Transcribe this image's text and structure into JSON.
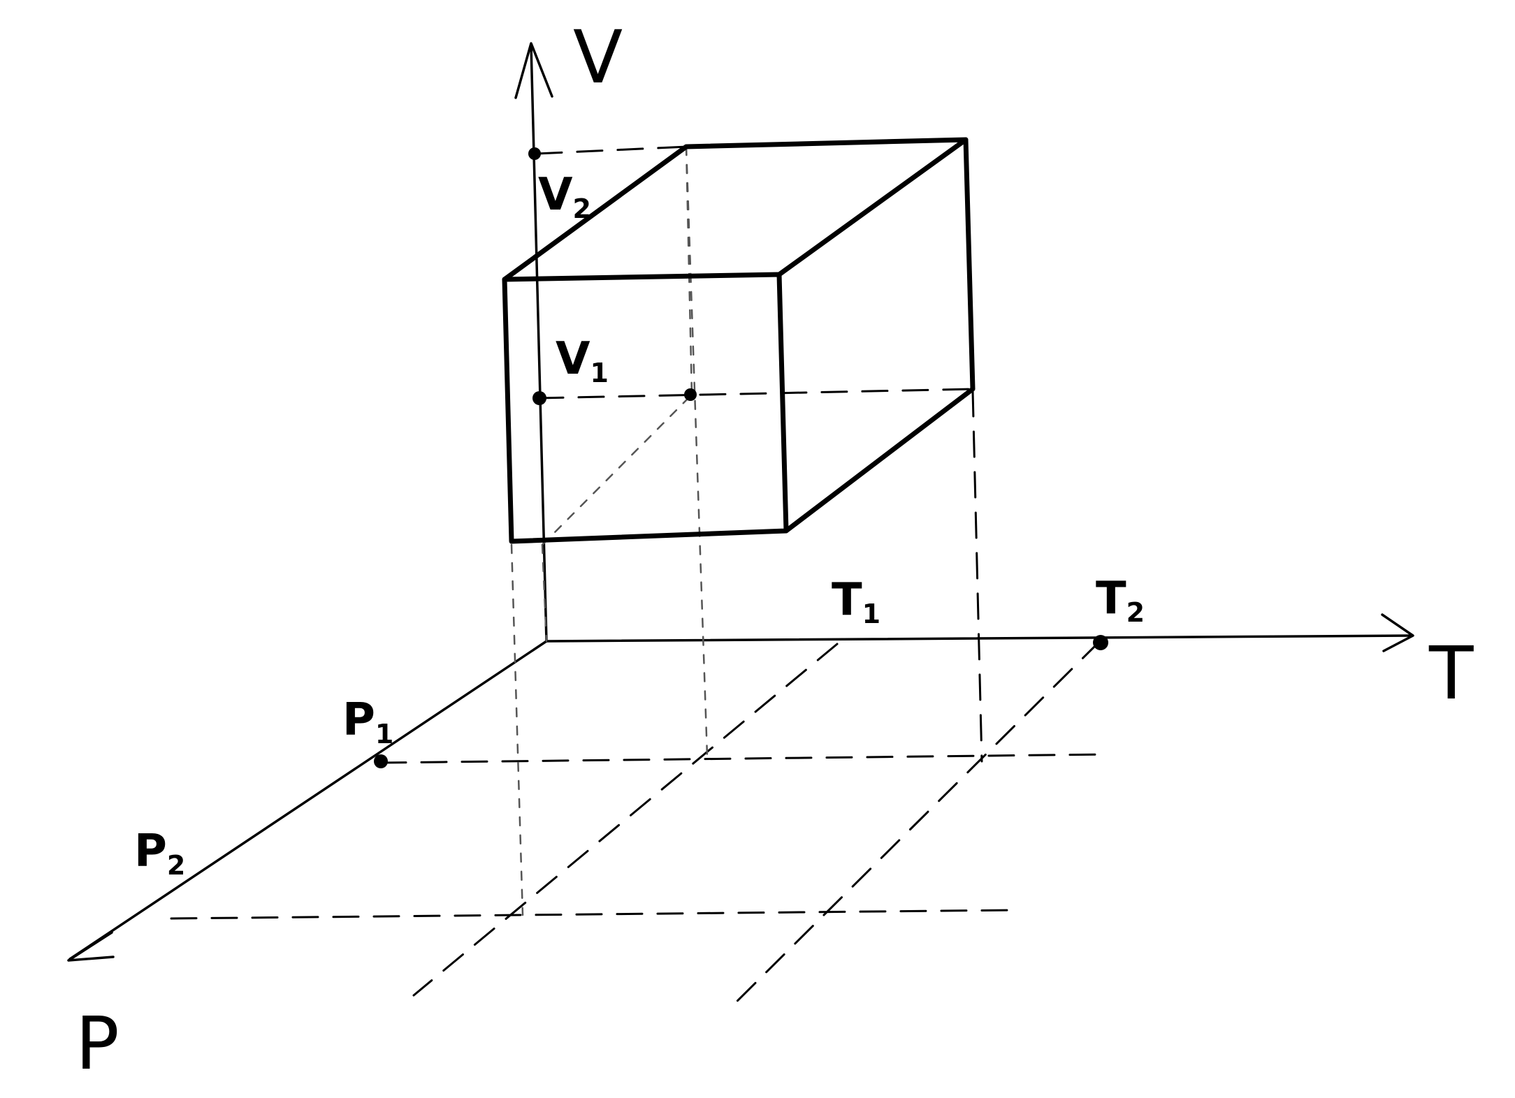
{
  "diagram": {
    "axes": {
      "v": "V",
      "t": "T",
      "p": "P"
    },
    "points": {
      "v1": {
        "main": "V",
        "sub": "1"
      },
      "v2": {
        "main": "V",
        "sub": "2"
      },
      "t1": {
        "main": "T",
        "sub": "1"
      },
      "t2": {
        "main": "T",
        "sub": "2"
      },
      "p1": {
        "main": "P",
        "sub": "1"
      },
      "p2": {
        "main": "P",
        "sub": "2"
      }
    }
  }
}
